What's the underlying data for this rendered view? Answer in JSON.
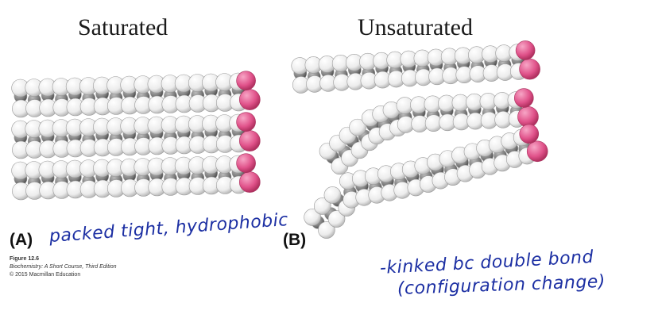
{
  "headings": {
    "saturated": "Saturated",
    "unsaturated": "Unsaturated"
  },
  "panels": {
    "a": {
      "label": "(A)",
      "note": "packed tight, hydrophobic"
    },
    "b": {
      "label": "(B)",
      "note_line1": "-kinked bc double bond",
      "note_line2": "(configuration change)"
    }
  },
  "credit": {
    "figure": "Figure 12.6",
    "source": "Biochemistry: A Short Course, Third Edition",
    "copyright": "© 2015 Macmillan Education"
  },
  "colors": {
    "carbon": "#8e8e8e",
    "hydrogen": "#f4f4f4",
    "oxygen": "#e0528a",
    "ink": "#1c2fa3"
  }
}
